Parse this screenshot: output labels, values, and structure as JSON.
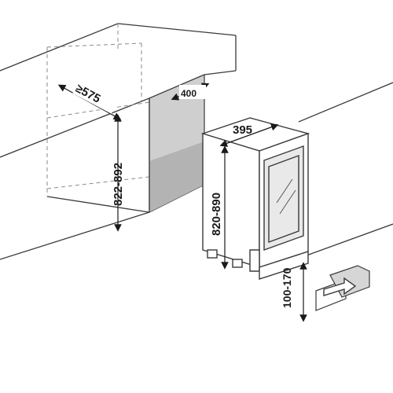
{
  "labels": {
    "niche_depth": "≥575",
    "niche_width": "400",
    "niche_height": "822-892",
    "appliance_width": "395",
    "appliance_height": "820-890",
    "plinth_height": "100-170"
  },
  "colors": {
    "line": "#3a3a3a",
    "dashed": "#8a8a8a",
    "niche_fill": "#cfcfcf",
    "niche_dark": "#b3b3b3",
    "appliance_fill": "#ffffff",
    "glass_fill": "#e9e9e9"
  }
}
